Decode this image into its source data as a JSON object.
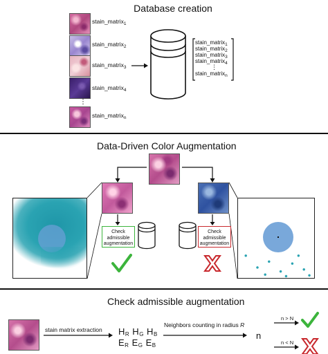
{
  "sections": {
    "database": {
      "title": "Database creation",
      "tiles": [
        {
          "label": "stain_matrix",
          "sub": "1"
        },
        {
          "label": "stain_matrix",
          "sub": "2"
        },
        {
          "label": "stain_matrix",
          "sub": "3"
        },
        {
          "label": "stain_matrix",
          "sub": "4"
        },
        {
          "label": "stain_matrix",
          "sub": "n"
        }
      ],
      "ellipsis": "⋮",
      "list": [
        {
          "label": "stain_matrix",
          "sub": "1"
        },
        {
          "label": "stain_matrix",
          "sub": "2"
        },
        {
          "label": "stain_matrix",
          "sub": "3"
        },
        {
          "label": "stain_matrix",
          "sub": "4"
        },
        {
          "label": "stain_matrix",
          "sub": "n"
        }
      ],
      "list_ellipsis": "⋮"
    },
    "augmentation": {
      "title": "Data-Driven Color Augmentation",
      "check_left": "Check admissible augmentation",
      "check_right": "Check admissible augmentation",
      "accept_icon": "green-check-icon",
      "reject_icon": "red-x-icon"
    },
    "check": {
      "title": "Check admissible augmentation",
      "step1": "stain matrix extraction",
      "matrix_row1": [
        {
          "b": "H",
          "s": "R"
        },
        {
          "b": "H",
          "s": "G"
        },
        {
          "b": "H",
          "s": "B"
        }
      ],
      "matrix_row2": [
        {
          "b": "E",
          "s": "R"
        },
        {
          "b": "E",
          "s": "G"
        },
        {
          "b": "E",
          "s": "B"
        }
      ],
      "step2_prefix": "Neighbors counting in radius ",
      "step2_var": "R",
      "count_var": "n",
      "cond_accept": "n > N",
      "cond_reject": "n < N"
    }
  },
  "colors": {
    "accept": "#3cb43c",
    "reject": "#c8282d",
    "scatter": "#2aa3b2",
    "radius": "#6a9fd6"
  }
}
